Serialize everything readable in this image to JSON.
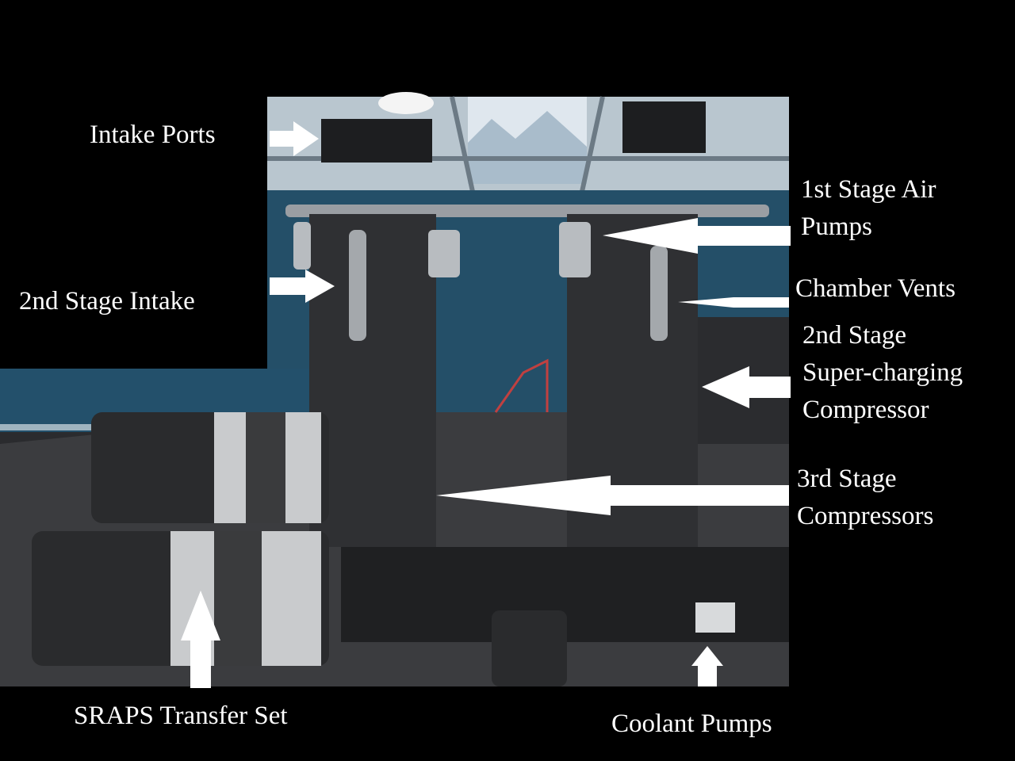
{
  "labels": {
    "intake_ports": "Intake Ports",
    "second_stage_intake": "2nd Stage Intake",
    "first_stage_air_pumps": [
      "1st Stage Air",
      "Pumps"
    ],
    "chamber_vents": "Chamber Vents",
    "second_stage_supercharging": [
      "2nd Stage",
      "Super-charging",
      "Compressor"
    ],
    "third_stage_compressors": [
      "3rd Stage",
      "Compressors"
    ],
    "sraps_transfer_set": "SRAPS Transfer Set",
    "coolant_pumps": "Coolant Pumps"
  },
  "colors": {
    "wall": "#244f68",
    "floor": "#3b3c3f",
    "tank": "#2f3033",
    "arrow": "#ffffff"
  }
}
